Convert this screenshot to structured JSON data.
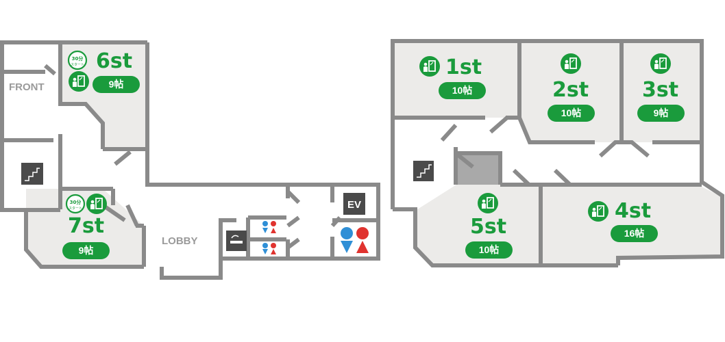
{
  "colors": {
    "room_fill": "#ecebe9",
    "wall": "#8a8a8a",
    "brand_green": "#1a9b3c",
    "icon_dark": "#4a4a4a",
    "male": "#2f8fd6",
    "female": "#e0332f"
  },
  "labels": {
    "front": "FRONT",
    "lobby": "LOBBY",
    "ev": "EV",
    "start30_top": "30分",
    "start30_bottom": "スタート"
  },
  "rooms": {
    "r1": {
      "name": "1st",
      "capacity": "10帖"
    },
    "r2": {
      "name": "2st",
      "capacity": "10帖"
    },
    "r3": {
      "name": "3st",
      "capacity": "9帖"
    },
    "r4": {
      "name": "4st",
      "capacity": "16帖"
    },
    "r5": {
      "name": "5st",
      "capacity": "10帖"
    },
    "r6": {
      "name": "6st",
      "capacity": "9帖"
    },
    "r7": {
      "name": "7st",
      "capacity": "9帖"
    }
  },
  "icons": {
    "room_icon": "person-with-mirror-icon",
    "start_badge": "thirty-minute-start-badge-icon",
    "stairs": "stairs-icon",
    "smoking": "smoking-area-icon",
    "restroom": "restroom-icon",
    "elevator": "elevator-icon"
  }
}
